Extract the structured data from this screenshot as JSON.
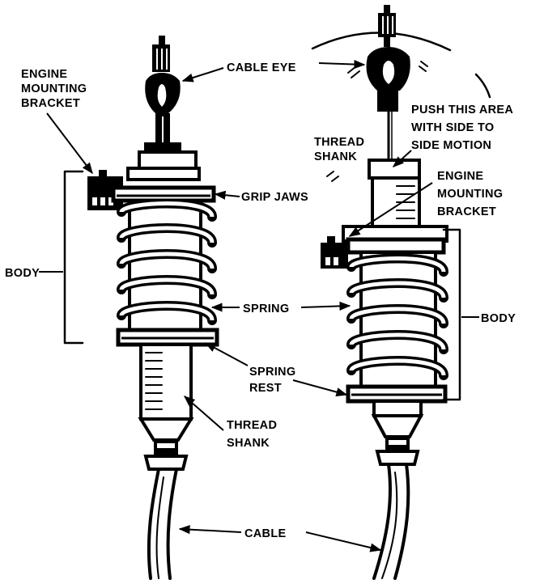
{
  "labels": {
    "engine_mounting_bracket_left": [
      "ENGINE",
      "MOUNTING",
      "BRACKET"
    ],
    "cable_eye": "CABLE EYE",
    "push_area": [
      "PUSH THIS AREA",
      "WITH SIDE TO",
      "SIDE MOTION"
    ],
    "thread_shank_upper": [
      "THREAD",
      "SHANK"
    ],
    "engine_mounting_bracket_right": [
      "ENGINE",
      "MOUNTING",
      "BRACKET"
    ],
    "grip_jaws": "GRIP JAWS",
    "body_left": "BODY",
    "body_right": "BODY",
    "spring": "SPRING",
    "spring_rest": [
      "SPRING",
      "REST"
    ],
    "thread_shank_lower": [
      "THREAD",
      "SHANK"
    ],
    "cable": "CABLE"
  }
}
